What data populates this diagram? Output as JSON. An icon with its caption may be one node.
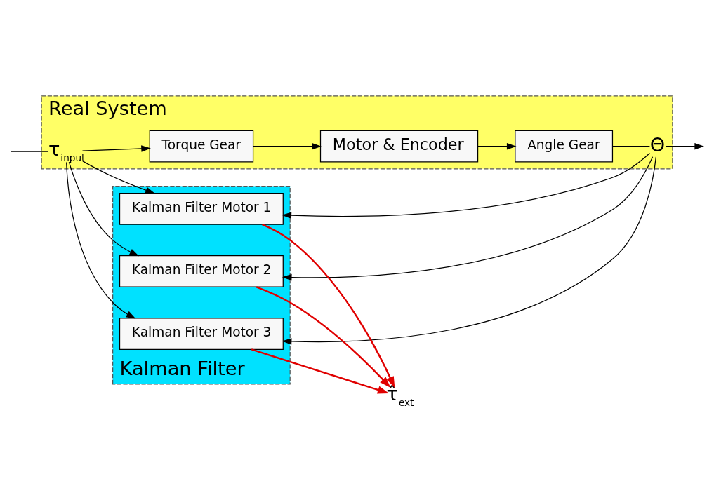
{
  "diagram": {
    "nodes": [
      {
        "text": [
          "Real System"
        ]
      },
      {
        "text": [
          "τ$_{input}$"
        ],
        "in": 0
      },
      {
        "text": [
          "Torque Gear"
        ],
        "in": 0
      },
      {
        "text": [
          "Motor & Encoder"
        ],
        "in": 0
      },
      {
        "text": [
          "Angle Gear"
        ],
        "in": 0
      },
      {
        "text": [
          "Θ"
        ],
        "in": 0
      },
      {
        "text": [
          "Kalman Filter"
        ]
      },
      {
        "text": [
          "Kalman Filter Motor 1"
        ],
        "in": 6
      },
      {
        "text": [
          "Kalman Filter Motor 2"
        ],
        "in": 6
      },
      {
        "text": [
          "Kalman Filter Motor 3"
        ],
        "in": 6
      },
      {
        "text": [
          "τ̂$_{ext}$"
        ]
      }
    ],
    "edges": [
      {
        "from": null,
        "to": 1,
        "arrow": "none"
      },
      {
        "from": 1,
        "to": 2,
        "arrow": "to"
      },
      {
        "from": 2,
        "to": 3,
        "arrow": "to"
      },
      {
        "from": 3,
        "to": 4,
        "arrow": "to"
      },
      {
        "from": 4,
        "to": 5,
        "arrow": "none"
      },
      {
        "from": 5,
        "to": null,
        "arrow": "to"
      },
      {
        "from": 1,
        "to": 7,
        "arrow": "to"
      },
      {
        "from": 1,
        "to": 8,
        "arrow": "to"
      },
      {
        "from": 1,
        "to": 9,
        "arrow": "to"
      },
      {
        "from": 5,
        "to": 7,
        "arrow": "to"
      },
      {
        "from": 5,
        "to": 8,
        "arrow": "to"
      },
      {
        "from": 5,
        "to": 9,
        "arrow": "to"
      },
      {
        "from": 7,
        "to": 10,
        "arrow": "to",
        "color": "#e00000"
      },
      {
        "from": 8,
        "to": 10,
        "arrow": "to",
        "color": "#e00000"
      },
      {
        "from": 9,
        "to": 10,
        "arrow": "to",
        "color": "#e00000"
      }
    ]
  }
}
